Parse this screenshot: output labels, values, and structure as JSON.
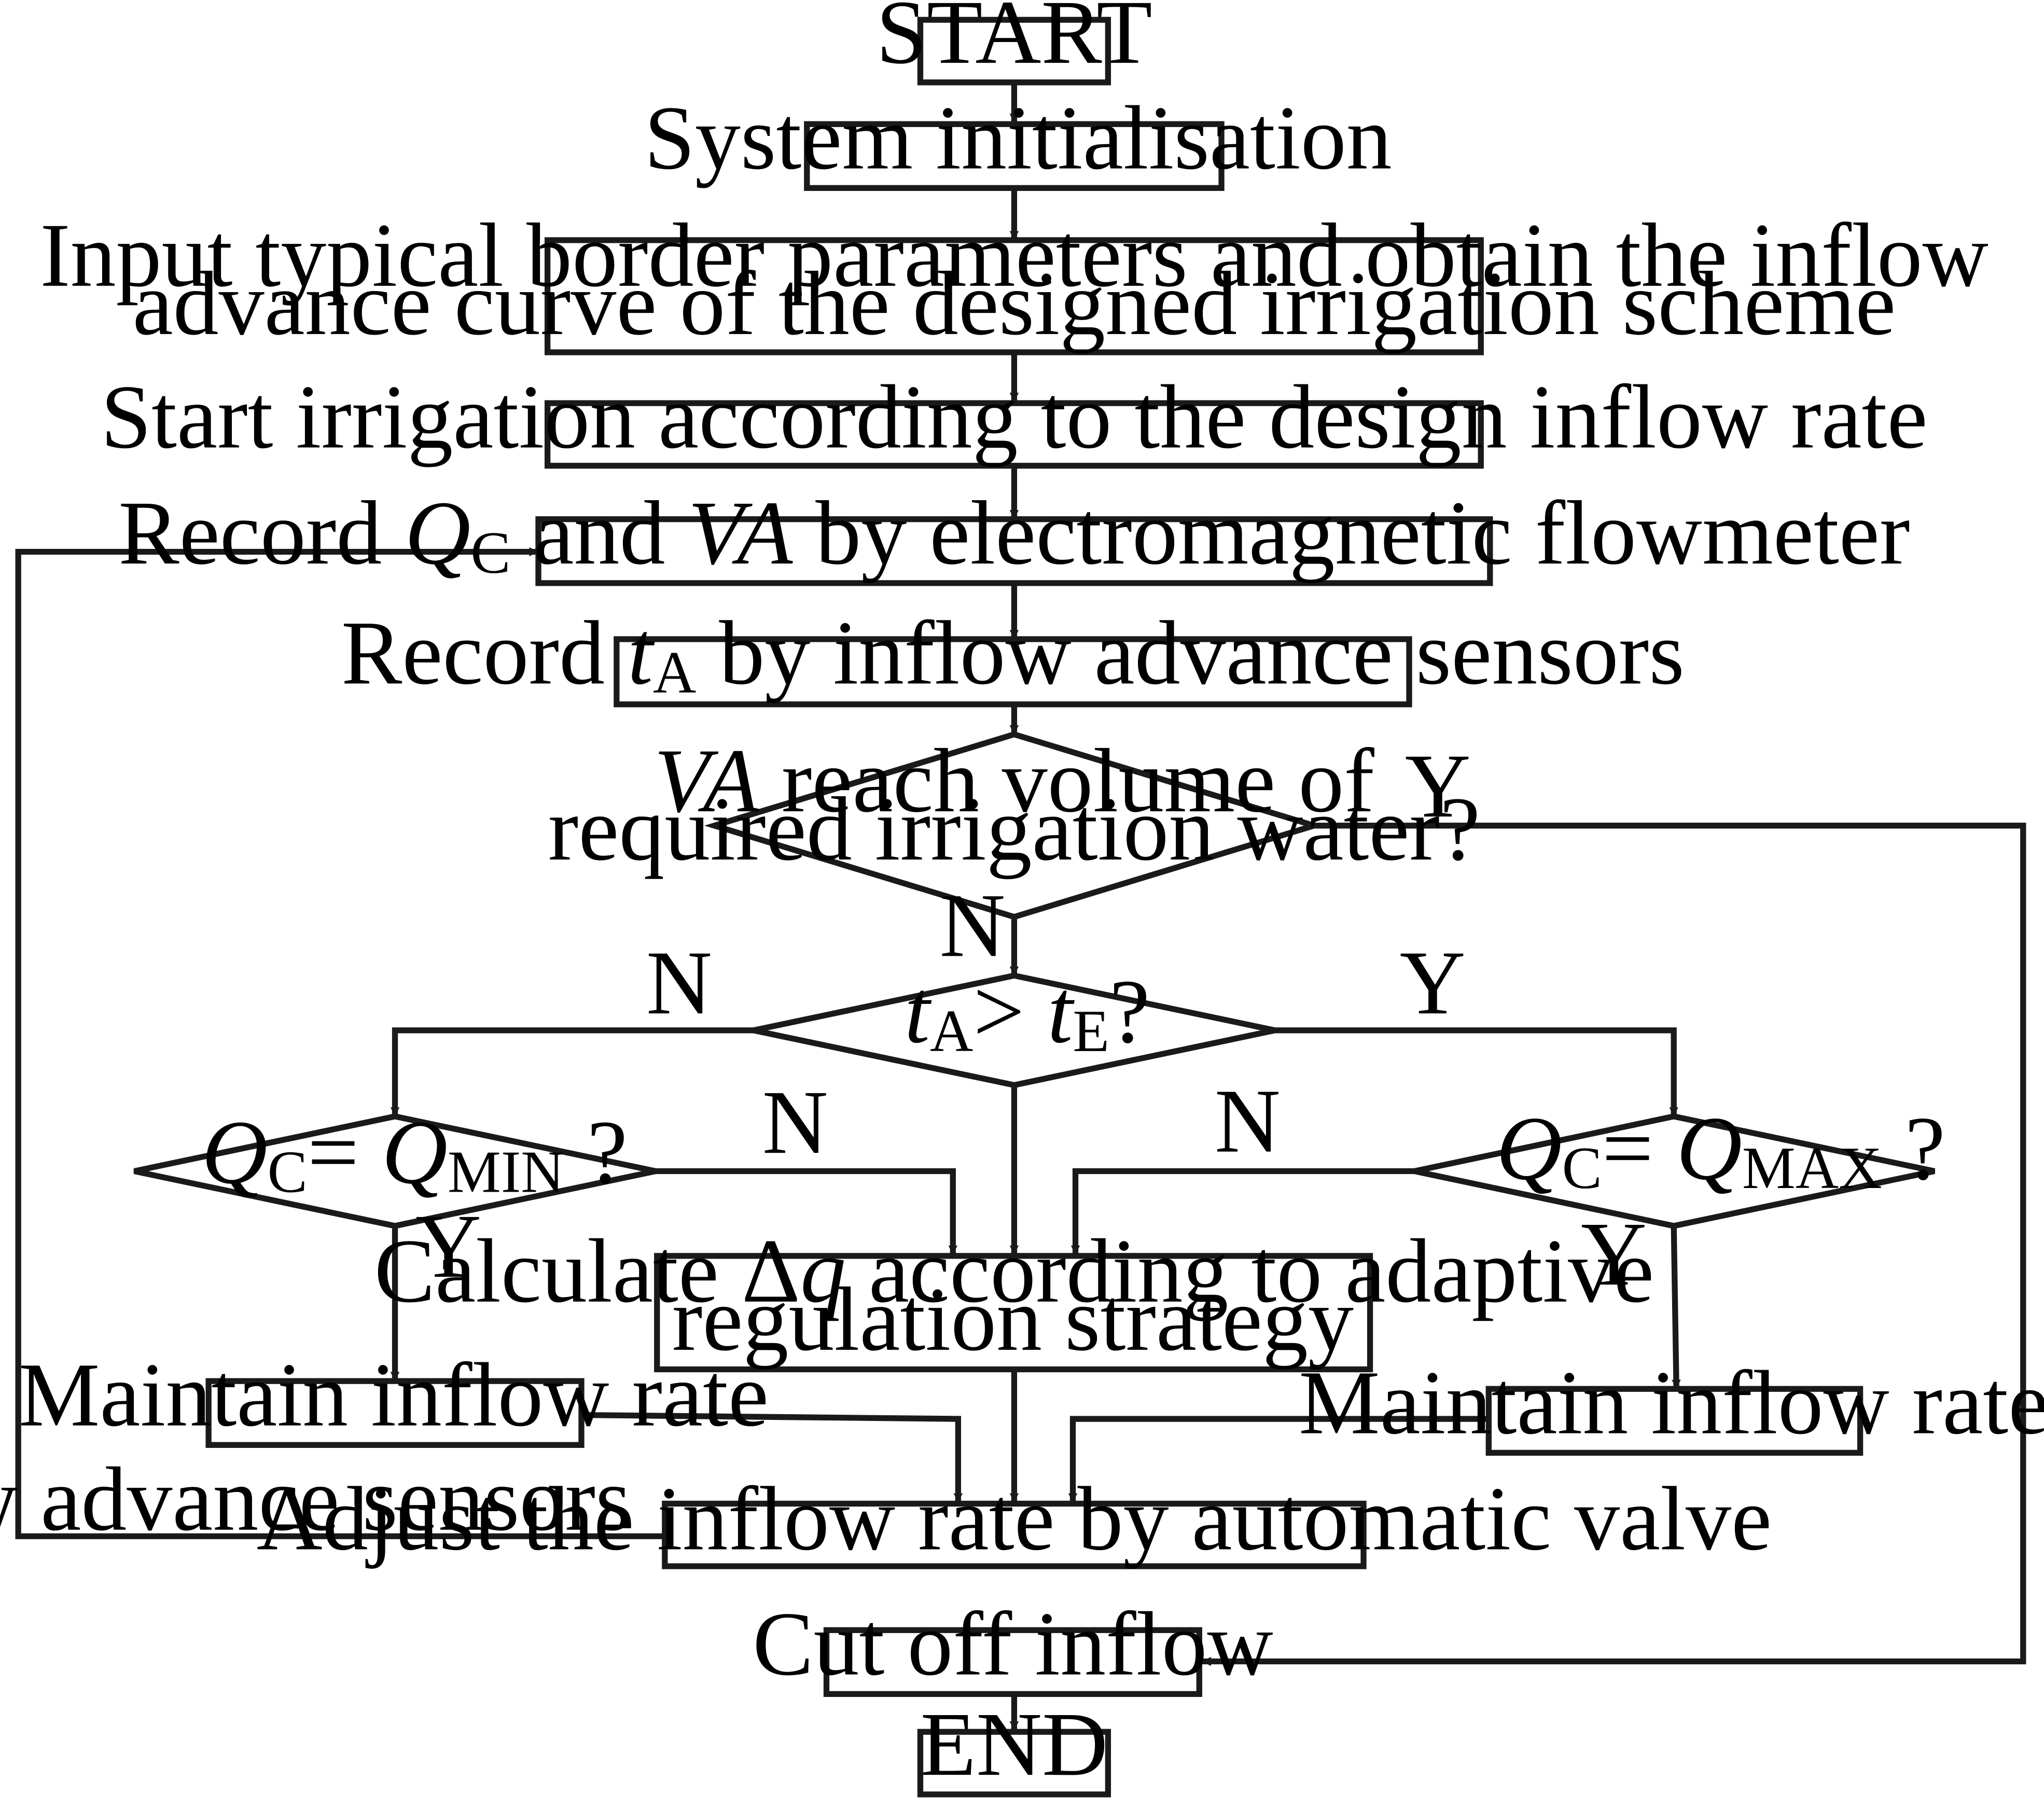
{
  "nodes": {
    "start": "START",
    "init": "System initialisation",
    "input_line1": "Input typical border parameters and obtain the inflow",
    "input_line2": "advance curve of the designed irrigation scheme",
    "start_irrigation": "Start irrigation according to the design inflow rate",
    "record_qc": {
      "pre": "Record ",
      "q": "Q",
      "q_sub": "C",
      "mid": " and ",
      "va": "VA",
      "post": " by electromagnetic flowmeter"
    },
    "record_ta": {
      "pre": "Record ",
      "t": "t",
      "t_sub": "A",
      "post": " by inflow advance sensors"
    },
    "decision_va": {
      "va": "VA",
      "line1_rest": " reach volume of",
      "line2": "required irrigation water?"
    },
    "decision_ta": {
      "t1": "t",
      "t1_sub": "A",
      "gt": "> ",
      "t2": "t",
      "t2_sub": "E",
      "q": "?"
    },
    "decision_qmin": {
      "q1": "Q",
      "q1_sub": "C",
      "eq": "= ",
      "q2": "Q",
      "q2_sub": "MIN",
      "q": " ?"
    },
    "decision_qmax": {
      "q1": "Q",
      "q1_sub": "C",
      "eq": "= ",
      "q2": "Q",
      "q2_sub": "MAX",
      "q": " ?"
    },
    "calculate": {
      "pre": "Calculate Δ",
      "q": "q",
      "post": " according to adaptive",
      "line2": "regulation strategy"
    },
    "maintain_left": "Maintain inflow rate",
    "maintain_right": "Maintain inflow rate",
    "adjust": "Adjust the inflow rate by automatic valve",
    "next_set": "Next set of inflow advance sensors",
    "cut_off": "Cut off inflow",
    "end": "END"
  },
  "edge_labels": {
    "va_yes": "Y",
    "va_no": "N",
    "ta_no": "N",
    "ta_yes": "Y",
    "qmin_no": "N",
    "qmin_yes": "Y",
    "qmax_no": "N",
    "qmax_yes": "Y"
  }
}
